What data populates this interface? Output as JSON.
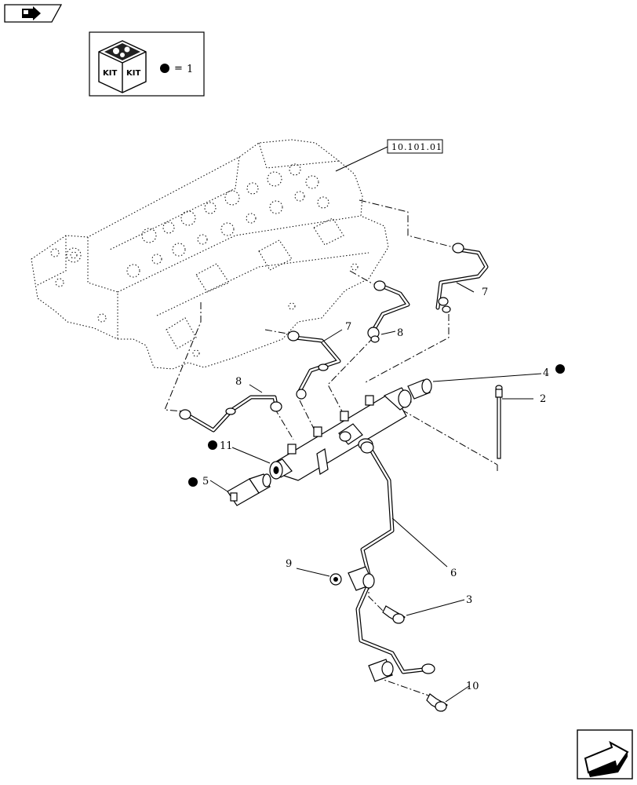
{
  "header": {
    "nav_icon": "tractor-arrow-icon"
  },
  "kit_box": {
    "kit_label_left": "KIT",
    "kit_label_right": "KIT",
    "legend_equals": "=",
    "legend_value": "1",
    "icon": "kit-box-icon"
  },
  "reference_label": "10.101.01",
  "callouts": [
    {
      "id": "c2",
      "text": "2"
    },
    {
      "id": "c3",
      "text": "3"
    },
    {
      "id": "c4",
      "text": "4"
    },
    {
      "id": "c5",
      "text": "5"
    },
    {
      "id": "c6",
      "text": "6"
    },
    {
      "id": "c7a",
      "text": "7"
    },
    {
      "id": "c7b",
      "text": "7"
    },
    {
      "id": "c8a",
      "text": "8"
    },
    {
      "id": "c8b",
      "text": "8"
    },
    {
      "id": "c9",
      "text": "9"
    },
    {
      "id": "c10",
      "text": "10"
    },
    {
      "id": "c11",
      "text": "11"
    }
  ],
  "kit_marked_parts": [
    "4",
    "5",
    "11"
  ],
  "footer": {
    "nav_icon": "next-page-arrow-icon"
  }
}
